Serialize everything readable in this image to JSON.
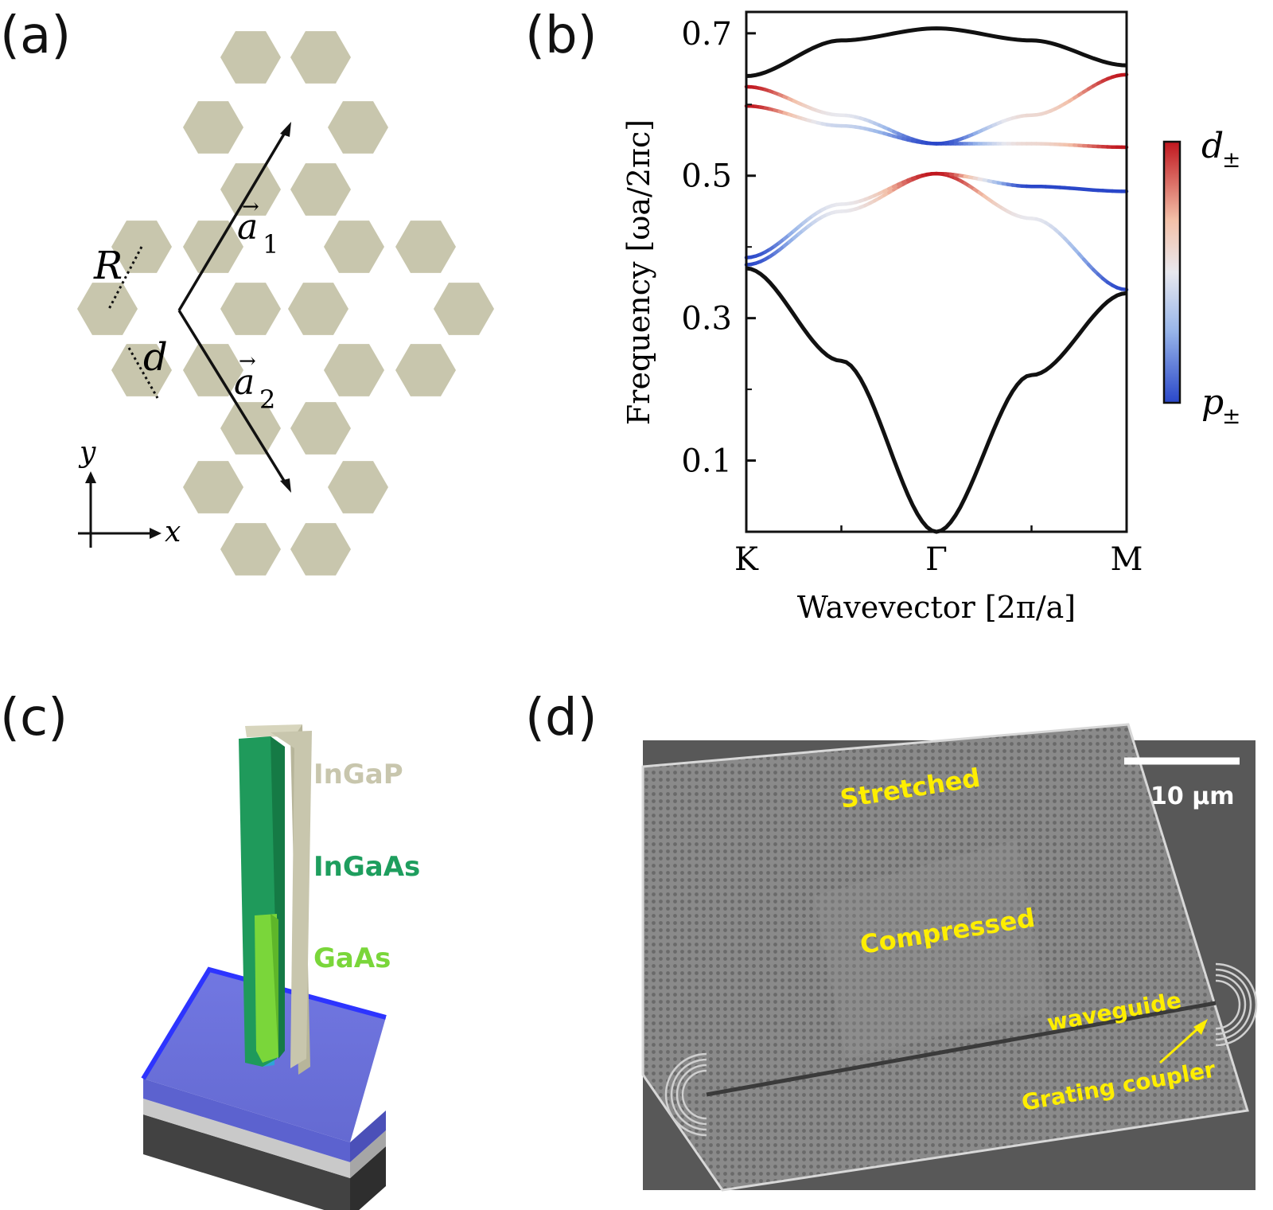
{
  "panels": {
    "a": {
      "label": "(a)",
      "symbols": {
        "R": "R",
        "d": "d",
        "a1": "a",
        "a1_sub": "1",
        "a2": "a",
        "a2_sub": "2",
        "x": "x",
        "y": "y"
      },
      "colors": {
        "hexagon": "#c8c6ad",
        "arrow": "#111111"
      }
    },
    "b": {
      "label": "(b)",
      "colorbar": {
        "top": "d",
        "top_sub": "±",
        "bottom": "p",
        "bottom_sub": "±",
        "colors": [
          "#c0161e",
          "#f3c0a8",
          "#e8e8ee",
          "#9ab7ea",
          "#2a47c9"
        ]
      }
    },
    "c": {
      "label": "(c)",
      "layers": {
        "ingap": "InGaP",
        "ingaas": "InGaAs",
        "gaas": "GaAs"
      },
      "colors": {
        "ingap": "#c8c6ad",
        "ingaas": "#1e9e5e",
        "gaas": "#7ad63a",
        "substrate": "#6a6fd8"
      }
    },
    "d": {
      "label": "(d)",
      "scale_bar": "10 µm",
      "annotations": {
        "stretched": "Stretched",
        "compressed": "Compressed",
        "waveguide": "waveguide",
        "coupler": "Grating coupler"
      },
      "colors": {
        "annotation": "#ffee00",
        "background": "#585858"
      }
    }
  },
  "chart_data": {
    "type": "line",
    "title": "",
    "xlabel": "Wavevector [2π/a]",
    "ylabel": "Frequency [ωa/2πc]",
    "x_ticks": [
      "K",
      "Γ",
      "M"
    ],
    "y_ticks": [
      "0.1",
      "0.3",
      "0.5",
      "0.7"
    ],
    "ylim": [
      0.0,
      0.73
    ],
    "x_positions": [
      0,
      1,
      2
    ],
    "series": [
      {
        "color_mode": "black",
        "x": [
          0,
          0.5,
          1,
          1.5,
          2
        ],
        "y": [
          0.37,
          0.24,
          0.0,
          0.22,
          0.335
        ]
      },
      {
        "color_mode": "black",
        "x": [
          0,
          0.5,
          1,
          1.5,
          2
        ],
        "y": [
          0.64,
          0.69,
          0.707,
          0.69,
          0.655
        ]
      },
      {
        "color_mode": "gradient",
        "x": [
          0,
          0.5,
          1,
          1.5,
          2
        ],
        "y": [
          0.375,
          0.45,
          0.503,
          0.44,
          0.34
        ],
        "mix": [
          0.0,
          0.5,
          1.0,
          0.5,
          0.0
        ]
      },
      {
        "color_mode": "gradient",
        "x": [
          0,
          0.5,
          1,
          1.5,
          2
        ],
        "y": [
          0.385,
          0.46,
          0.503,
          0.485,
          0.478
        ],
        "mix": [
          0.0,
          0.5,
          1.0,
          0.0,
          0.0
        ]
      },
      {
        "color_mode": "gradient",
        "x": [
          0,
          0.5,
          1,
          1.5,
          2
        ],
        "y": [
          0.625,
          0.585,
          0.545,
          0.585,
          0.642
        ],
        "mix": [
          1.0,
          0.5,
          0.0,
          0.6,
          1.0
        ]
      },
      {
        "color_mode": "gradient",
        "x": [
          0,
          0.5,
          1,
          1.5,
          2
        ],
        "y": [
          0.598,
          0.57,
          0.545,
          0.545,
          0.54
        ],
        "mix": [
          1.0,
          0.4,
          0.0,
          0.6,
          1.0
        ]
      }
    ]
  }
}
